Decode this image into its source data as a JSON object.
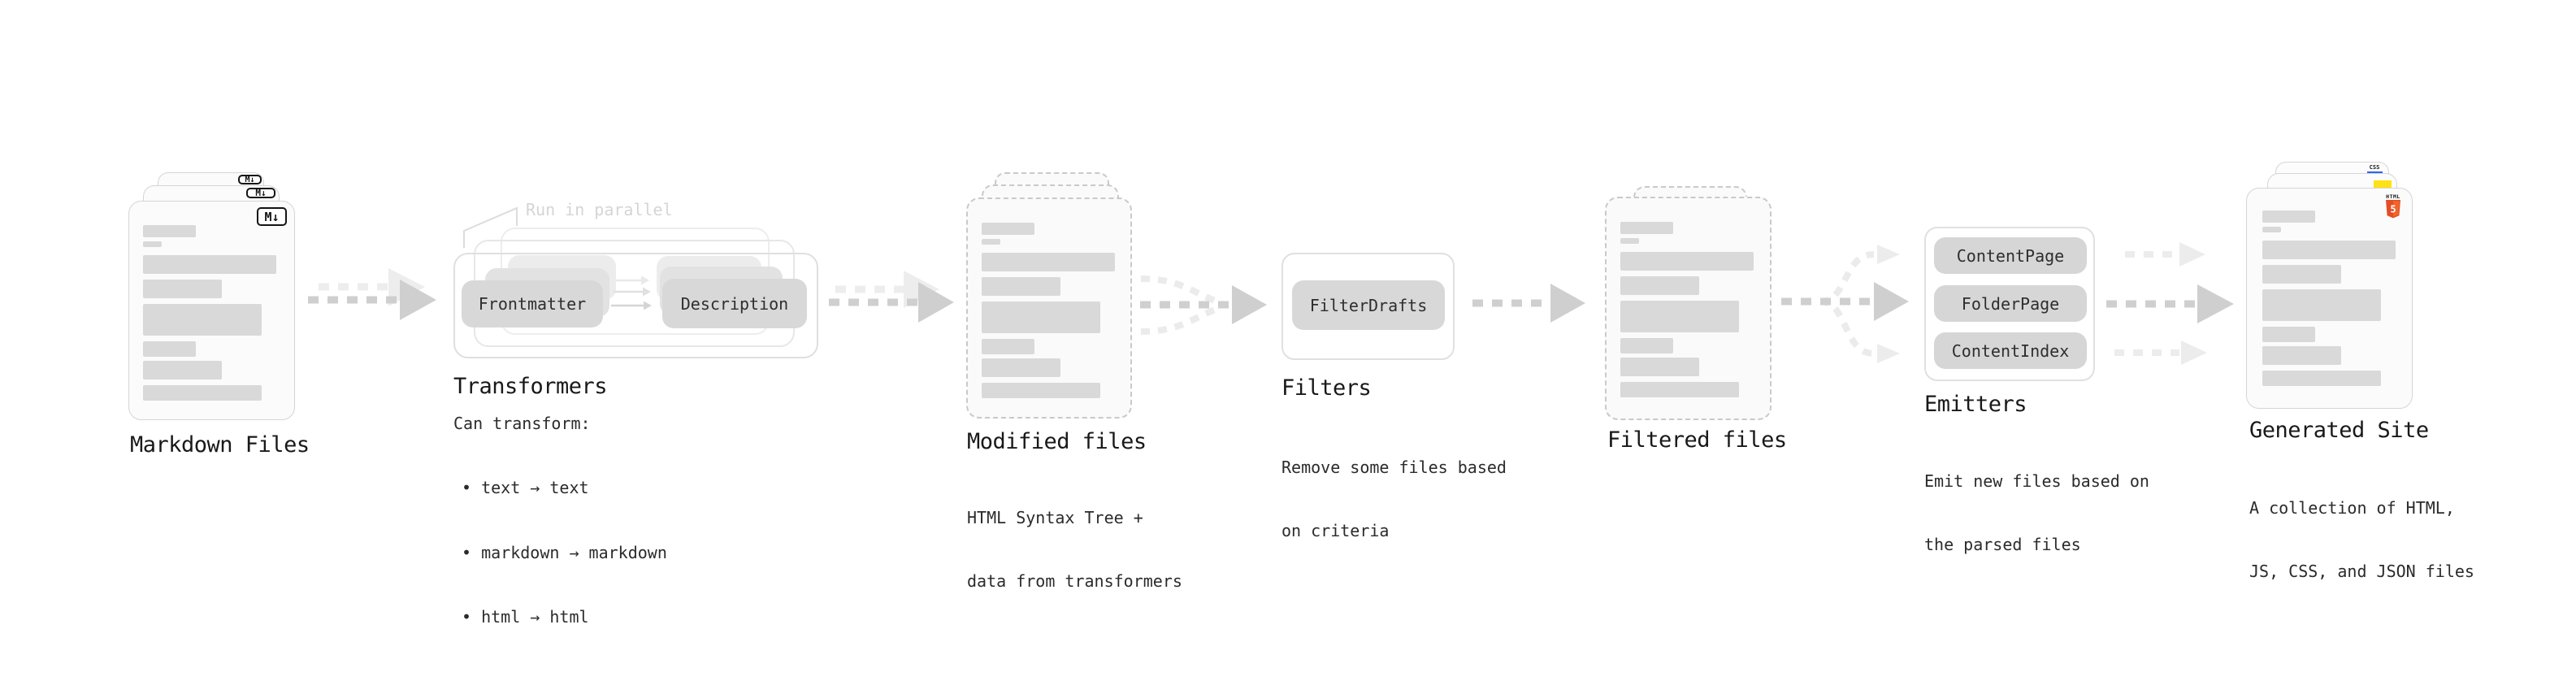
{
  "markdown": {
    "label": "Markdown Files",
    "badge": "M↓"
  },
  "transformers": {
    "label": "Transformers",
    "note": "Run in parallel",
    "step1": "Frontmatter",
    "step2": "Description",
    "desc_title": "Can transform:",
    "bullets": [
      "• text → text",
      "• markdown → markdown",
      "• html → html"
    ]
  },
  "modified": {
    "label": "Modified files",
    "desc": [
      "HTML Syntax Tree +",
      "data from transformers"
    ]
  },
  "filters": {
    "label": "Filters",
    "step1": "FilterDrafts",
    "desc": [
      "Remove some files based",
      "on criteria"
    ]
  },
  "filtered": {
    "label": "Filtered files"
  },
  "emitters": {
    "label": "Emitters",
    "steps": [
      "ContentPage",
      "FolderPage",
      "ContentIndex"
    ],
    "desc": [
      "Emit new files based on",
      "the parsed files"
    ]
  },
  "generated": {
    "label": "Generated Site",
    "desc": [
      "A collection of HTML,",
      "JS, CSS, and JSON files"
    ],
    "badge_html_text": "HTML",
    "badge_html_number": "5",
    "badge_css_text": "CSS"
  },
  "colors": {
    "html5_orange": "#e44d26",
    "html5_orange_light": "#f16529",
    "js_yellow": "#ffe115",
    "css_blue": "#2965f1",
    "arrow_dark": "#cfcfcf",
    "arrow_faint": "#ececec"
  }
}
